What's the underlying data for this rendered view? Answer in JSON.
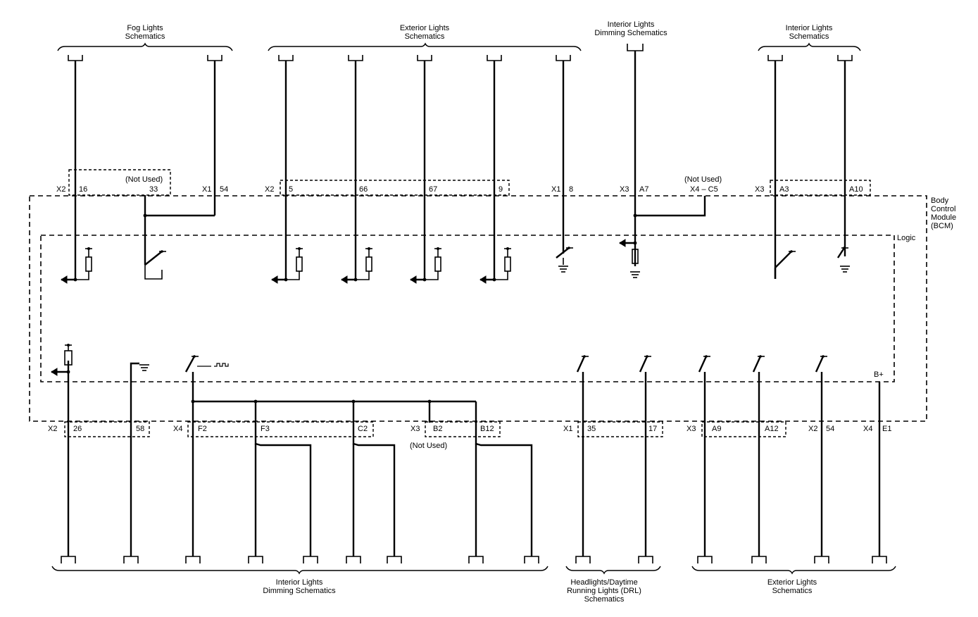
{
  "groups": {
    "fog_top": "Fog Lights\nSchematics",
    "exterior_top": "Exterior Lights\nSchematics",
    "int_dim_top": "Interior Lights\nDimming Schematics",
    "interior_top": "Interior Lights\nSchematics",
    "int_dim_bottom": "Interior Lights\nDimming Schematics",
    "headlights_bottom": "Headlights/Daytime\nRunning Lights (DRL)\nSchematics",
    "exterior_bottom": "Exterior Lights\nSchematics"
  },
  "module": {
    "name": "Body\nControl\nModule\n(BCM)",
    "logic": "Logic"
  },
  "not_used": "(Not Used)",
  "top_connectors": [
    {
      "conn": "X2",
      "pins": [
        "16",
        "33"
      ]
    },
    {
      "conn": "X1",
      "pins": [
        "54"
      ]
    },
    {
      "conn": "X2",
      "pins": [
        "5",
        "66",
        "67",
        "9"
      ]
    },
    {
      "conn": "X1",
      "pins": [
        "8"
      ]
    },
    {
      "conn": "X3",
      "pins": [
        "A7"
      ]
    },
    {
      "conn": "X4 – C5",
      "pins": []
    },
    {
      "conn": "X3",
      "pins": [
        "A3",
        "A10"
      ]
    }
  ],
  "bottom_connectors": [
    {
      "conn": "X2",
      "pins": [
        "26",
        "58"
      ]
    },
    {
      "conn": "X4",
      "pins": [
        "F2",
        "F3",
        "C2"
      ]
    },
    {
      "conn": "X3",
      "pins": [
        "B2",
        "B12"
      ]
    },
    {
      "conn": "X1",
      "pins": [
        "35",
        "17"
      ]
    },
    {
      "conn": "X3",
      "pins": [
        "A9",
        "A12"
      ]
    },
    {
      "conn": "X2",
      "pins": [
        "54"
      ]
    },
    {
      "conn": "X4",
      "pins": [
        "E1"
      ]
    }
  ],
  "supply": "B+"
}
